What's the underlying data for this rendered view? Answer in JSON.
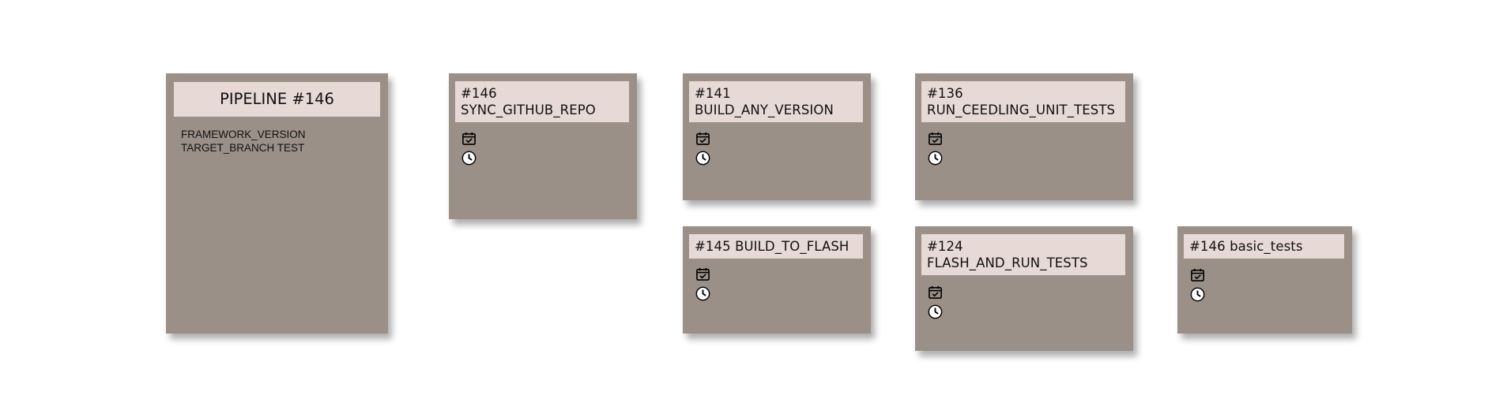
{
  "theme": {
    "card_bg": "#9a9087",
    "header_bg": "#e7d9d5"
  },
  "pipeline": {
    "title": "PIPELINE #146",
    "params": [
      "FRAMEWORK_VERSION",
      "TARGET_BRANCH TEST"
    ]
  },
  "jobs": [
    {
      "id": "job-146-sync",
      "line1": "#146",
      "line2": "SYNC_GITHUB_REPO",
      "icons": [
        "calendar-check-icon",
        "clock-icon"
      ]
    },
    {
      "id": "job-141-build",
      "line1": "#141",
      "line2": "BUILD_ANY_VERSION",
      "icons": [
        "calendar-check-icon",
        "clock-icon"
      ]
    },
    {
      "id": "job-136-ceedling",
      "line1": "#136",
      "line2": "RUN_CEEDLING_UNIT_TESTS",
      "icons": [
        "calendar-check-icon",
        "clock-icon"
      ]
    },
    {
      "id": "job-145-flash",
      "line1": "#145 BUILD_TO_FLASH",
      "line2": "",
      "icons": [
        "calendar-check-icon",
        "clock-icon"
      ]
    },
    {
      "id": "job-124-flashrun",
      "line1": "#124",
      "line2": "FLASH_AND_RUN_TESTS",
      "icons": [
        "calendar-check-icon",
        "clock-icon"
      ]
    },
    {
      "id": "job-146-basic",
      "line1": "#146 basic_tests",
      "line2": "",
      "icons": [
        "calendar-check-icon",
        "clock-icon"
      ]
    }
  ]
}
